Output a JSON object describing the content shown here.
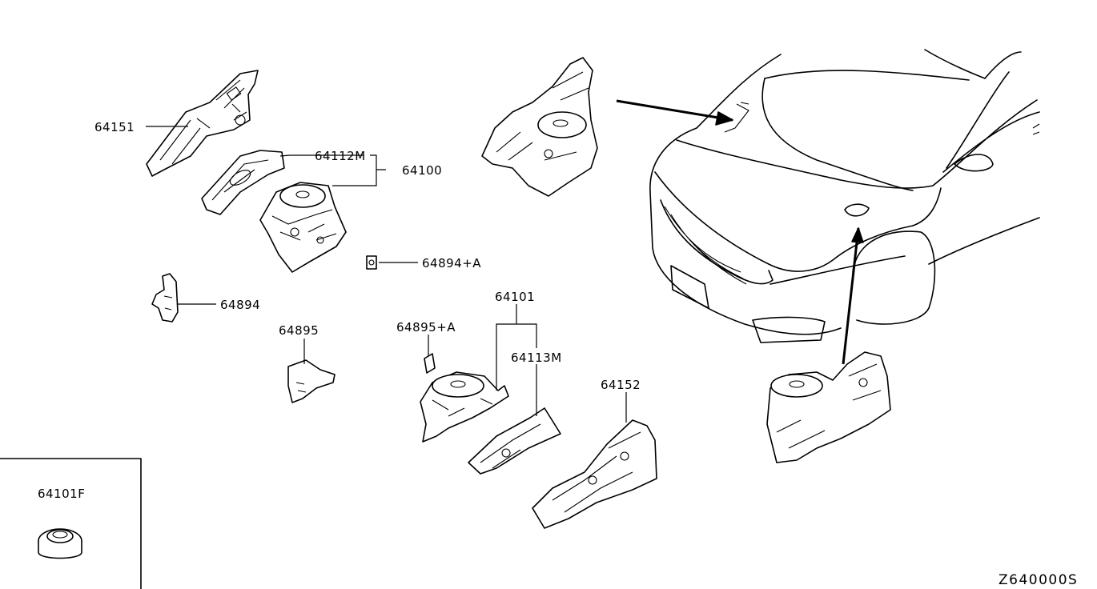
{
  "diagram": {
    "labels": {
      "p64151": "64151",
      "p64112m": "64112M",
      "p64100": "64100",
      "p64894a": "64894+A",
      "p64894": "64894",
      "p64895": "64895",
      "p64895a": "64895+A",
      "p64101": "64101",
      "p64113m": "64113M",
      "p64152": "64152",
      "p64101f": "64101F"
    },
    "diagram_code": "Z640000S",
    "colors": {
      "line": "#000000",
      "background": "#ffffff"
    }
  }
}
